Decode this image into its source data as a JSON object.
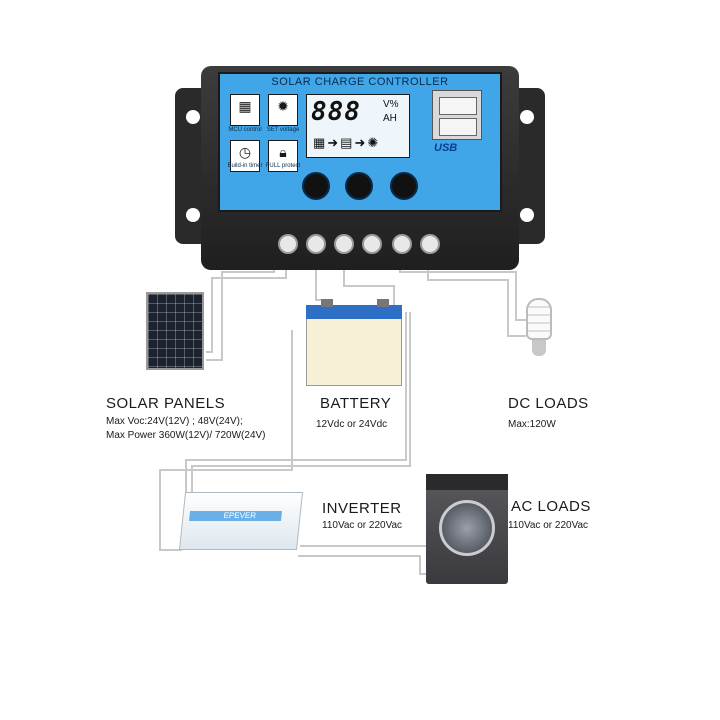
{
  "controller": {
    "title": "SOLAR CHARGE CONTROLLER",
    "icons": [
      {
        "name": "mcu-chip-icon",
        "caption": "MCU control"
      },
      {
        "name": "gear-icon",
        "caption": "SET voltage"
      },
      {
        "name": "clock-icon",
        "caption": "Build-in timer"
      },
      {
        "name": "lock-icon",
        "caption": "FULL protect"
      }
    ],
    "lcd_digits": "888",
    "lcd_unit_top": "V%",
    "lcd_unit_bottom": "AH",
    "usb_label": "USB",
    "body_color": "#2a2a2a",
    "panel_color": "#40a6e8"
  },
  "components": {
    "solar": {
      "title": "SOLAR PANELS",
      "line1": "Max Voc:24V(12V) ; 48V(24V);",
      "line2": "Max Power 360W(12V)/ 720W(24V)"
    },
    "battery": {
      "title": "BATTERY",
      "line1": "12Vdc or 24Vdc"
    },
    "dc_loads": {
      "title": "DC LOADS",
      "line1": "Max:120W"
    },
    "inverter": {
      "title": "INVERTER",
      "line1": "110Vac or 220Vac",
      "brand": "EPEVER"
    },
    "ac_loads": {
      "title": "AC LOADS",
      "line1": "110Vac or 220Vac"
    }
  },
  "wire_color": "#c8c8c8"
}
